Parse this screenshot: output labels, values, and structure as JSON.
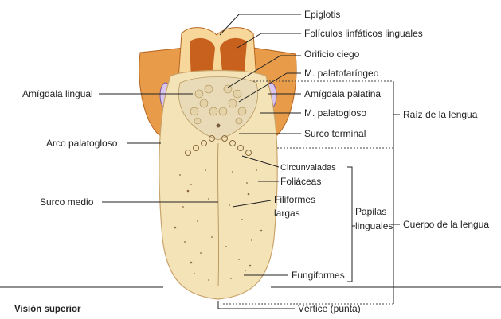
{
  "labels": {
    "epiglotis": "Epiglotis",
    "foliculos": "Folículos linfáticos linguales",
    "orificio": "Orificio ciego",
    "m_palatofaringeo": "M. palatofaríngeo",
    "amigdala_palatina": "Amígdala palatina",
    "m_palatogloso": "M. palatogloso",
    "surco_terminal": "Surco terminal",
    "amigdala_lingual": "Amígdala lingual",
    "arco_palatogloso": "Arco palatogloso",
    "surco_medio": "Surco medio",
    "circunvaladas": "Circunvaladas",
    "foliaceas": "Foliáceas",
    "filiformes_1": "Filiformes",
    "filiformes_2": "largas",
    "fungiformes": "Fungiformes",
    "papilas_1": "Papilas",
    "papilas_2": "linguales",
    "raiz": "Raíz de la lengua",
    "cuerpo": "Cuerpo de la lengua",
    "vertice": "Vértice (punta)",
    "vision": "Visión superior"
  },
  "colors": {
    "tongue": "#f5e3b8",
    "tongue_edge": "#d9b67a",
    "pharynx": "#e89c4a",
    "pharynx_dark": "#c8611e",
    "epiglottis": "#f7d79a",
    "tonsil": "#d9c6ef"
  }
}
